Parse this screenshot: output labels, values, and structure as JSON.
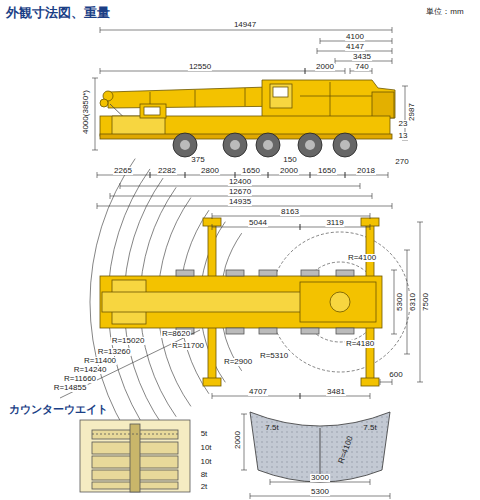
{
  "diagram": {
    "title": "外観寸法図、重量",
    "labels": [
      "単位：mm",
      "14947",
      "4100",
      "4147",
      "3435",
      "12550",
      "2000",
      "740",
      "4000(3850*)",
      "2987",
      "23",
      "13",
      "375",
      "150",
      "270",
      "2265",
      "2282",
      "2800",
      "1650",
      "2000",
      "1650",
      "2018",
      "12400",
      "12670",
      "14935",
      "8163",
      "5044",
      "3119",
      "R=4100",
      "R=4180",
      "5300",
      "6310",
      "7500",
      "R=8620",
      "R=15020",
      "R=11700",
      "R=13260",
      "R=11400",
      "R=14240",
      "R=11660",
      "R=14855",
      "R=2900",
      "R=5310",
      "4707",
      "3481",
      "600",
      "カウンターウエイト",
      "5t",
      "10t",
      "10t",
      "8t",
      "2t",
      "7.5t",
      "7.5t",
      "R=4100",
      "2000",
      "3000",
      "5300"
    ]
  }
}
